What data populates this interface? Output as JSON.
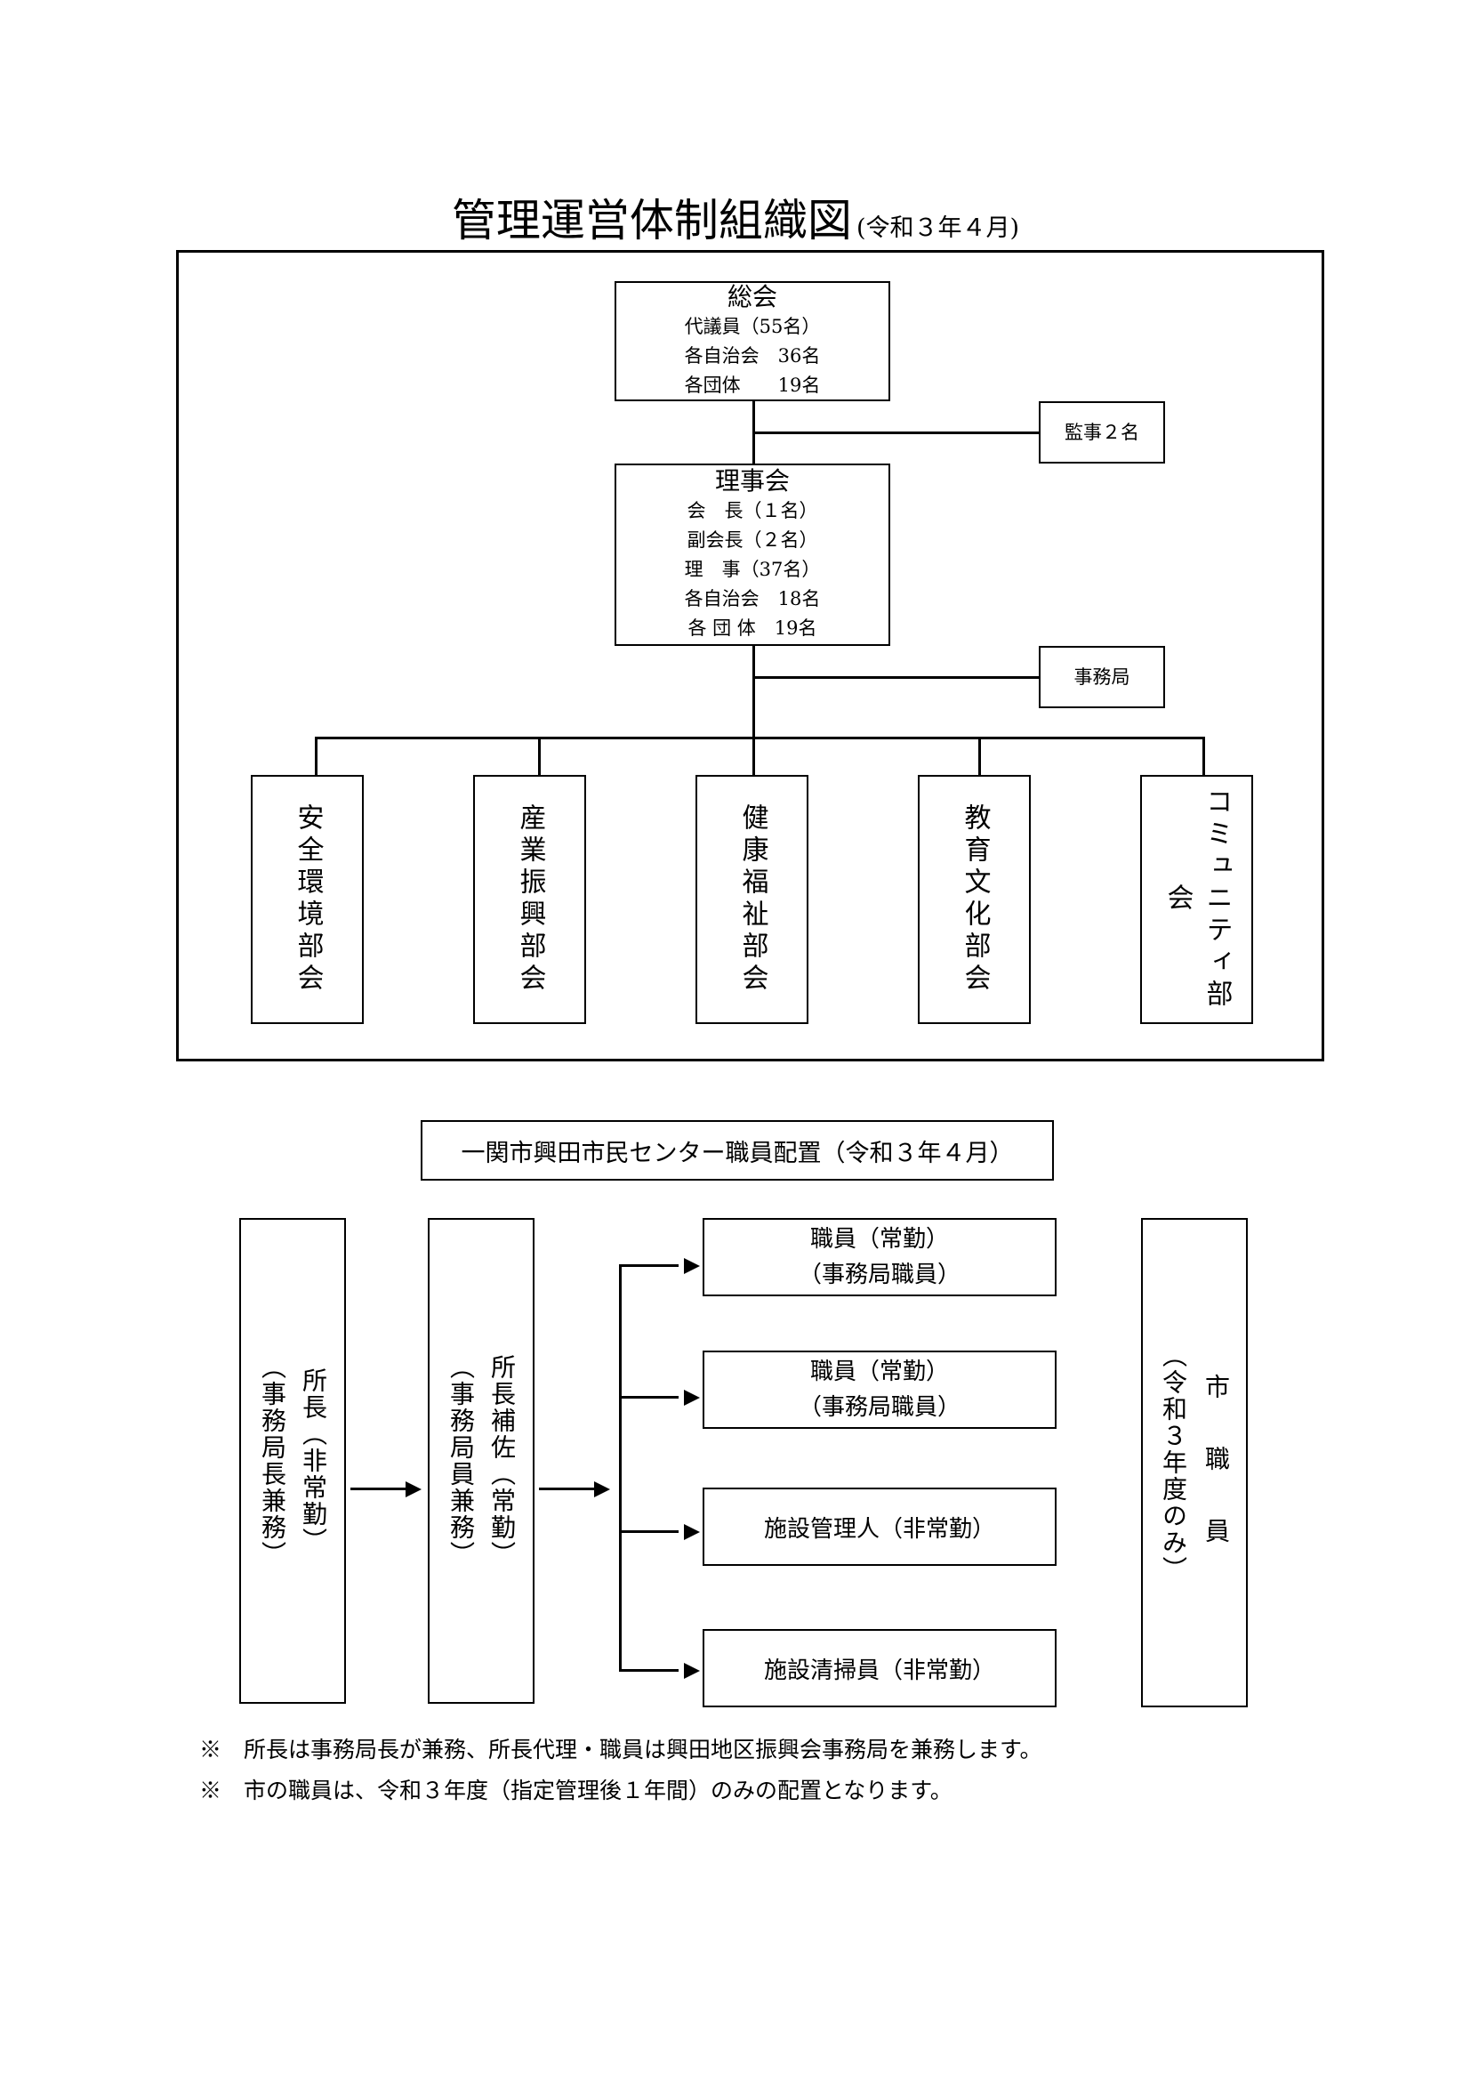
{
  "title": "管理運営体制組織図",
  "title_date": "(令和３年４月)",
  "org": {
    "assembly": {
      "title": "総会",
      "lines": [
        "代議員（55名）",
        "各自治会　36名",
        "各団体　　19名"
      ]
    },
    "auditor": "監事２名",
    "board": {
      "title": "理事会",
      "lines": [
        "会　長（１名）",
        "副会長（２名）",
        "理　事（37名）",
        "各自治会　18名",
        "各 団 体　19名"
      ]
    },
    "office": "事務局",
    "committees": [
      "安全環境部会",
      "産業振興部会",
      "健康福祉部会",
      "教育文化部会",
      "コミュニティ部会"
    ]
  },
  "staff": {
    "heading": "一関市興田市民センター職員配置（令和３年４月）",
    "director": {
      "name": "所長（非常勤）",
      "note": "（事務局長兼務）"
    },
    "assistant": {
      "name": "所長補佐（常勤）",
      "note": "（事務局員兼務）"
    },
    "staff1": {
      "line1": "職員（常勤）",
      "line2": "（事務局職員）"
    },
    "staff2": {
      "line1": "職員（常勤）",
      "line2": "（事務局職員）"
    },
    "facility_manager": "施設管理人（非常勤）",
    "cleaner": "施設清掃員（非常勤）",
    "city_staff": {
      "name": "市 職 員",
      "note": "（令和３年度のみ）"
    }
  },
  "notes": [
    "※　所長は事務局長が兼務、所長代理・職員は興田地区振興会事務局を兼務します。",
    "※　市の職員は、令和３年度（指定管理後１年間）のみの配置となります。"
  ]
}
